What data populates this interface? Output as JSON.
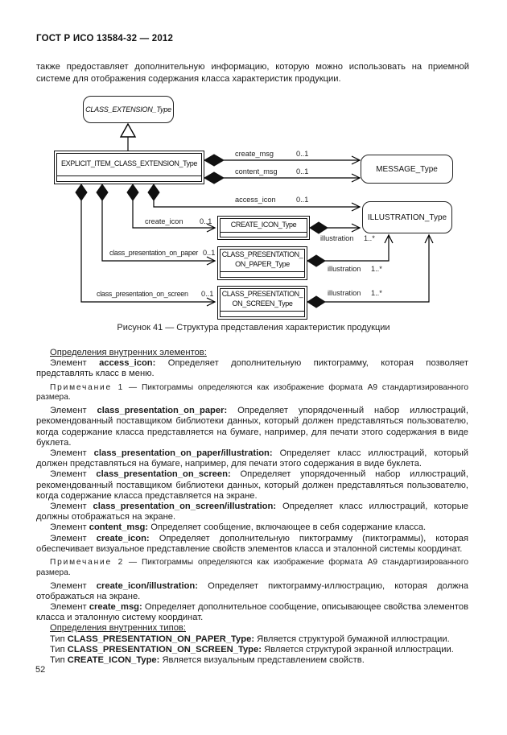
{
  "page": {
    "header": "ГОСТ Р ИСО 13584-32 — 2012",
    "intro": "также предоставляет дополнительную информацию, которую можно использовать на приемной системе для отображения содержания класса характеристик продукции.",
    "figure_caption": "Рисунок 41 — Структура представления характеристик продукции",
    "page_number": "52"
  },
  "diagram": {
    "nodes": {
      "class_extension": "CLASS_EXTENSION_Type",
      "explicit_item": "EXPLICIT_ITEM_CLASS_EXTENSION_Type",
      "message": "MESSAGE_Type",
      "illustration": "ILLUSTRATION_Type",
      "create_icon": "CREATE_ICON_Type",
      "on_paper": "CLASS_PRESENTATION_ ON_PAPER_Type",
      "on_screen": "CLASS_PRESENTATION_ ON_SCREEN_Type"
    },
    "edges": {
      "create_msg": {
        "label": "create_msg",
        "mult": "0..1"
      },
      "content_msg": {
        "label": "content_msg",
        "mult": "0..1"
      },
      "access_icon": {
        "label": "access_icon",
        "mult": "0..1"
      },
      "create_icon": {
        "label": "create_icon",
        "mult": "0..1"
      },
      "on_paper": {
        "label": "class_presentation_on_paper",
        "mult": "0..1"
      },
      "on_screen": {
        "label": "class_presentation_on_screen",
        "mult": "0..1"
      },
      "ill_create": {
        "label": "illustration",
        "mult": "1..*"
      },
      "ill_paper": {
        "label": "illustration",
        "mult": "1..*"
      },
      "ill_screen": {
        "label": "illustration",
        "mult": "1..*"
      }
    }
  },
  "definitions": {
    "heading_elements": "Определения внутренних элементов:",
    "items": [
      {
        "prefix": "Элемент",
        "term": "access_icon:",
        "text": "Определяет дополнительную пиктограмму, которая позволяет представлять класс в меню."
      },
      {
        "prefix": "Элемент",
        "term": "class_presentation_on_paper:",
        "text": "Определяет упорядоченный набор иллюстраций, рекомендованный поставщиком библиотеки данных, который должен представляться пользователю, когда содержание класса представляется на бумаге, например, для печати этого содержания в виде буклета."
      },
      {
        "prefix": "Элемент",
        "term": "class_presentation_on_paper/illustration:",
        "text": "Определяет класс иллюстраций, который должен представляться на бумаге, например, для печати этого содержания в виде буклета."
      },
      {
        "prefix": "Элемент",
        "term": "class_presentation_on_screen:",
        "text": "Определяет упорядоченный набор иллюстраций, рекомендованный поставщиком библиотеки данных, который должен представляться пользователю, когда содержание класса представляется на экране."
      },
      {
        "prefix": "Элемент",
        "term": "class_presentation_on_screen/illustration:",
        "text": "Определяет класс иллюстраций, которые должны отображаться на экране."
      },
      {
        "prefix": "Элемент",
        "term": "content_msg:",
        "text": "Определяет сообщение, включающее в себя содержание класса."
      },
      {
        "prefix": "Элемент",
        "term": "create_icon:",
        "text": "Определяет дополнительную пиктограмму (пиктограммы),  которая обеспечивает визуальное представление свойств элементов класса и эталонной системы координат."
      },
      {
        "prefix": "Элемент",
        "term": "create_icon/illustration:",
        "text": "Определяет пиктограмму-иллюстрацию, которая должна отображаться на экране."
      },
      {
        "prefix": "Элемент",
        "term": "create_msg:",
        "text": "Определяет дополнительное сообщение, описывающее свойства элементов класса и эталонную систему координат."
      }
    ],
    "notes": [
      {
        "label": "Примечание 1",
        "text": "— Пиктограммы определяются как изображение формата А9 стандартизированного размера."
      },
      {
        "label": "Примечание 2",
        "text": "— Пиктограммы определяются как изображение формата А9 стандартизированного размера."
      }
    ],
    "heading_types": "Определения внутренних типов:",
    "types": [
      {
        "prefix": "Тип",
        "term": "CLASS_PRESENTATION_ON_PAPER_Type:",
        "text": "Является структурой бумажной иллюстрации."
      },
      {
        "prefix": "Тип",
        "term": "CLASS_PRESENTATION_ON_SCREEN_Type:",
        "text": "Является структурой экранной иллюстрации."
      },
      {
        "prefix": "Тип",
        "term": "CREATE_ICON_Type:",
        "text": "Является визуальным представлением свойств."
      }
    ]
  }
}
